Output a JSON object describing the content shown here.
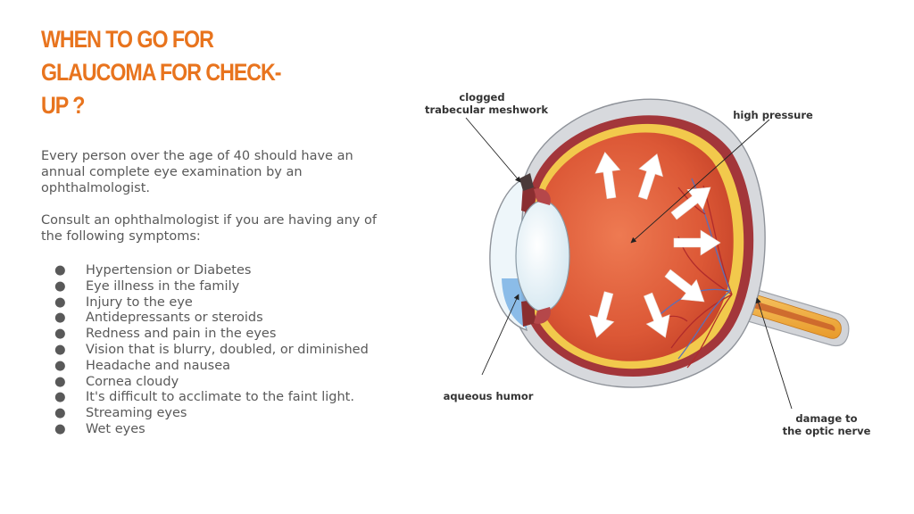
{
  "title": "WHEN TO GO FOR GLAUCOMA FOR CHECK-UP ?",
  "paragraphs": [
    "Every person over the age of 40 should have an annual complete eye examination by an ophthalmologist.",
    "Consult an ophthalmologist if you are having any of the following symptoms:"
  ],
  "bullet_symbol": "●",
  "symptoms": [
    "Hypertension or Diabetes",
    "Eye illness in the family",
    "Injury to the eye",
    "Antidepressants or steroids",
    "Redness and pain in the eyes",
    "Vision that is blurry, doubled, or diminished",
    "Headache and nausea",
    "Cornea cloudy",
    "It's difficult to acclimate to the faint light.",
    "Streaming eyes",
    "Wet eyes"
  ],
  "diagram": {
    "labels": {
      "clogged_line1": "clogged",
      "clogged_line2": "trabecular meshwork",
      "high_pressure": "high pressure",
      "aqueous_humor": "aqueous humor",
      "damage_line1": "damage to",
      "damage_line2": "the optic nerve"
    }
  },
  "colors": {
    "title": "#e8741e",
    "body_text": "#595959",
    "sclera": "#d7d9dd",
    "choroid": "#a3363a",
    "retina": "#f2c94c",
    "vitreous": "#e05a3c",
    "lens": "#e6f2f8",
    "aqueous": "#7fb6e6",
    "optic_nerve": "#f5b23a",
    "pressure_arrow": "#ffffff"
  }
}
